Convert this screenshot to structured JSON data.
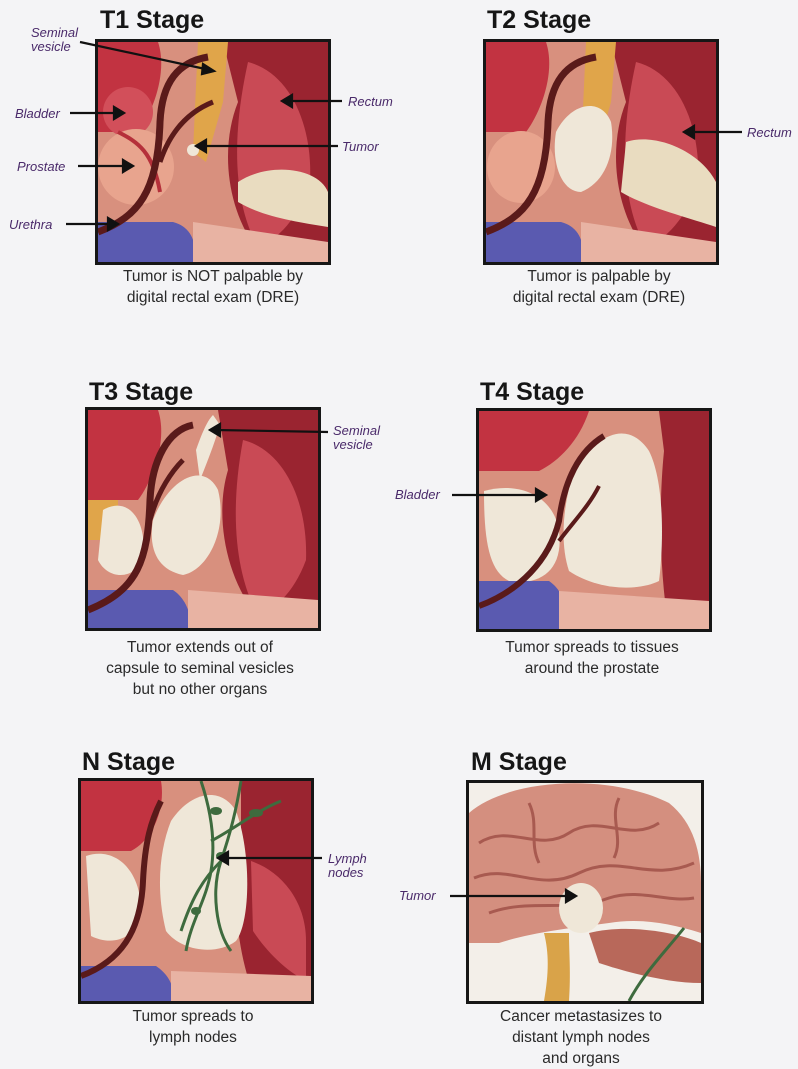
{
  "panels": {
    "t1": {
      "title": "T1 Stage",
      "caption": [
        "Tumor is NOT palpable by",
        "digital rectal exam (DRE)"
      ],
      "labels": {
        "seminal_vesicle": [
          "Seminal",
          "vesicle"
        ],
        "bladder": "Bladder",
        "prostate": "Prostate",
        "urethra": "Urethra",
        "rectum": "Rectum",
        "tumor": "Tumor"
      }
    },
    "t2": {
      "title": "T2 Stage",
      "caption": [
        "Tumor is palpable by",
        "digital rectal exam (DRE)"
      ],
      "labels": {
        "rectum": "Rectum"
      }
    },
    "t3": {
      "title": "T3 Stage",
      "caption": [
        "Tumor extends out of",
        "capsule to seminal vesicles",
        "but no other organs"
      ],
      "labels": {
        "seminal_vesicle": [
          "Seminal",
          "vesicle"
        ]
      }
    },
    "t4": {
      "title": "T4 Stage",
      "caption": [
        "Tumor spreads to tissues",
        "around the prostate"
      ],
      "labels": {
        "bladder": "Bladder"
      }
    },
    "n": {
      "title": "N Stage",
      "caption": [
        "Tumor spreads to",
        "lymph nodes"
      ],
      "labels": {
        "lymph_nodes": [
          "Lymph",
          "nodes"
        ]
      }
    },
    "m": {
      "title": "M Stage",
      "caption": [
        "Cancer metastasizes to",
        "distant lymph nodes",
        "and organs"
      ],
      "labels": {
        "tumor": "Tumor"
      }
    }
  },
  "colors": {
    "frame": "#161616",
    "label_text": "#4a2a6a",
    "tissue_red": "#b5303a",
    "tissue_pink": "#e5a08c",
    "tumor": "#efe7d8",
    "urethra": "#5a1a1a",
    "pubic_bone": "#5a5ab0",
    "fat": "#e0a54a",
    "lymph": "#3e6b3e"
  }
}
